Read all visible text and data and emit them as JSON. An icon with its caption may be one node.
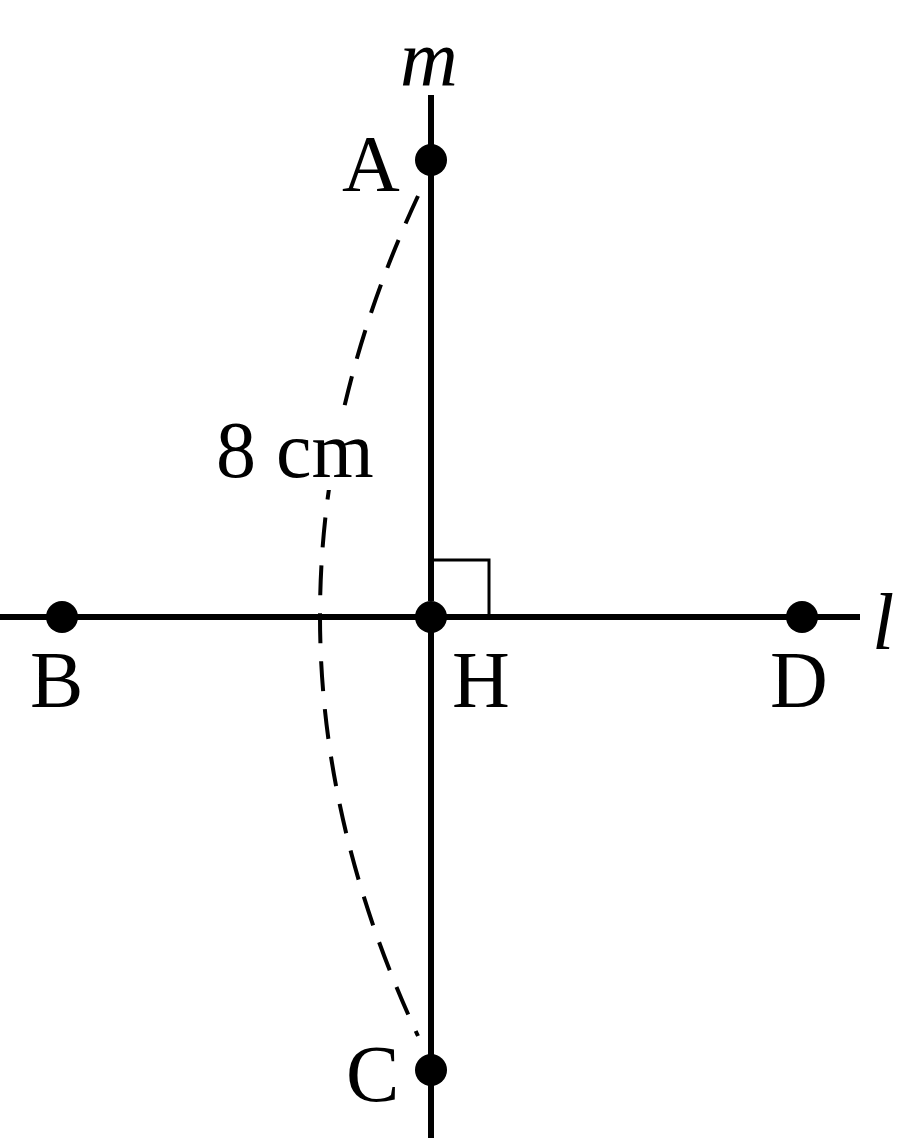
{
  "diagram": {
    "nodes": [
      {
        "text": [
          "A"
        ]
      },
      {
        "text": [
          "B"
        ]
      },
      {
        "text": [
          "H"
        ]
      },
      {
        "text": [
          "D"
        ]
      },
      {
        "text": [
          "C"
        ]
      }
    ],
    "edges": [
      {
        "from": 0,
        "to": 2,
        "arrow": "none"
      },
      {
        "from": 1,
        "to": 2,
        "arrow": "none"
      },
      {
        "from": 2,
        "to": 3,
        "arrow": "none"
      },
      {
        "from": 2,
        "to": 4,
        "arrow": "none"
      },
      {
        "from": 0,
        "to": 4,
        "arrow": "none",
        "style": "dashed",
        "label": "8 cm"
      }
    ],
    "labels": [
      "m",
      "l"
    ]
  }
}
